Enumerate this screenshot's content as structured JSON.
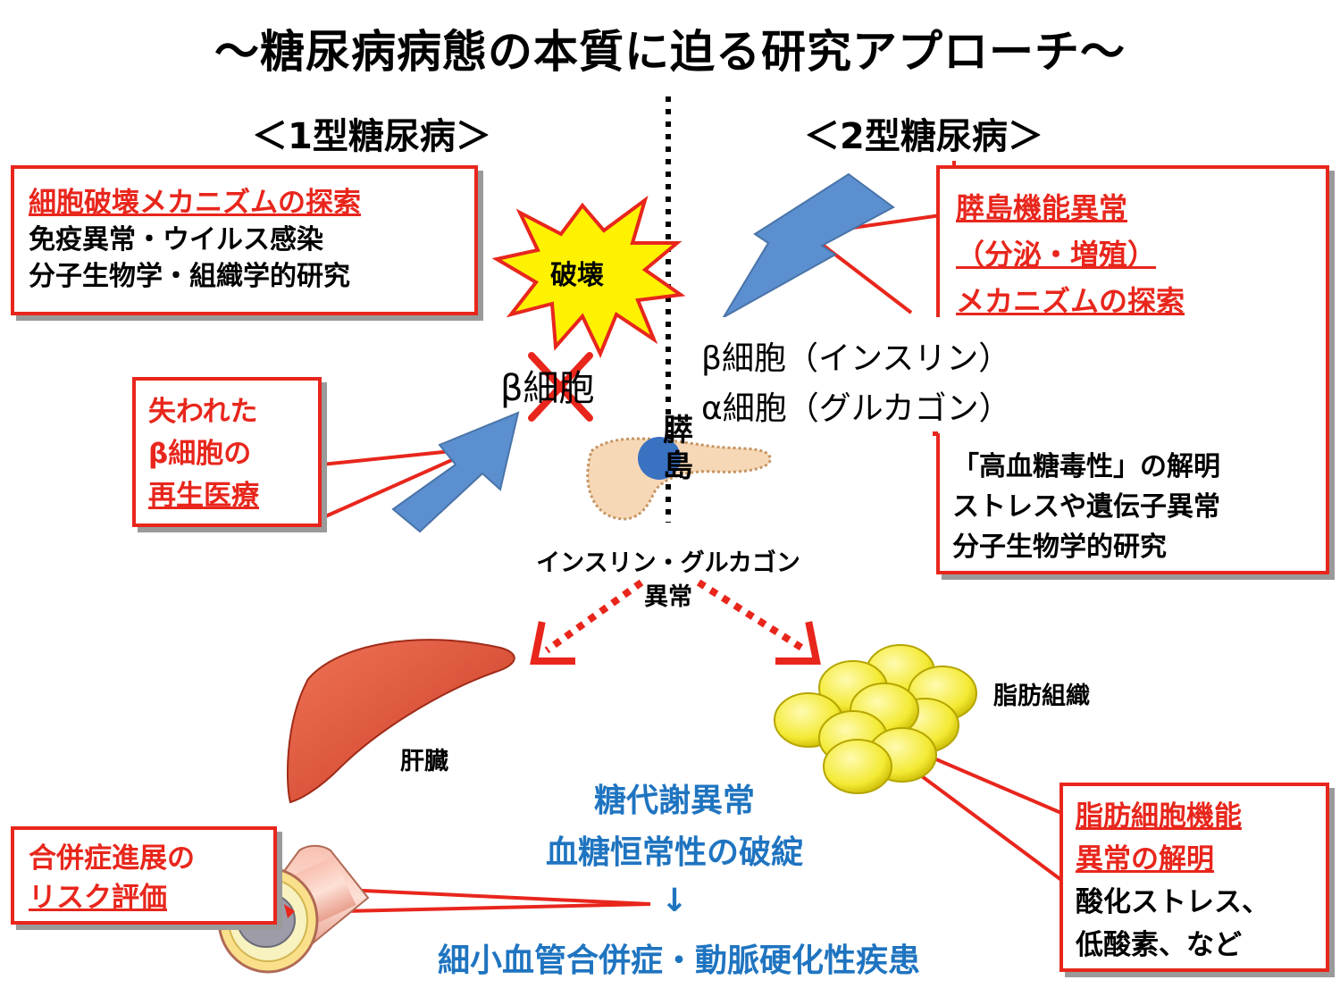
{
  "title": "～糖尿病病態の本質に迫る研究アプローチ～",
  "left_heading": "＜1型糖尿病＞",
  "right_heading": "＜2型糖尿病＞",
  "box_destruction": {
    "title": "細胞破壊メカニズムの探索",
    "line1": "免疫異常・ウイルス感染",
    "line2": "分子生物学・組織学的研究"
  },
  "burst_label": "破壊",
  "box_regeneration": {
    "line1": "失われた",
    "line2": "β細胞の",
    "line3": "再生医療"
  },
  "beta_cell_lost": "β細胞",
  "islet_function": {
    "line1": "膵島機能異常",
    "line2": "（分泌・増殖）",
    "line3": "メカニズムの探索"
  },
  "beta_cell_line": "β細胞（インスリン）",
  "alpha_cell_line": "α細胞（グルカゴン）",
  "glucotoxicity": {
    "line1": "「高血糖毒性」の解明",
    "line2": "ストレスや遺伝子異常",
    "line3": "分子生物学的研究"
  },
  "islet_label": "膵島",
  "hormone_abnormality": {
    "line1": "インスリン・グルカゴン",
    "line2": "異常"
  },
  "liver_label": "肝臓",
  "adipose_label": "脂肪組織",
  "metabolism": {
    "line1": "糖代謝異常",
    "line2": "血糖恒常性の破綻",
    "arrow": "↓",
    "line3": "細小血管合併症・動脈硬化性疾患"
  },
  "complication": {
    "line1": "合併症進展の",
    "line2": "リスク評価"
  },
  "adipocyte": {
    "line1": "脂肪細胞機能",
    "line2": "異常の解明",
    "line3": "酸化ストレス、",
    "line4": "低酸素、など"
  },
  "colors": {
    "accent_red": "#e8261c",
    "text_blue": "#1f74c0",
    "arrow_blue": "#5b8fcf",
    "burst_yellow": "#fff200",
    "fat_yellow": "#f4ec3a"
  }
}
